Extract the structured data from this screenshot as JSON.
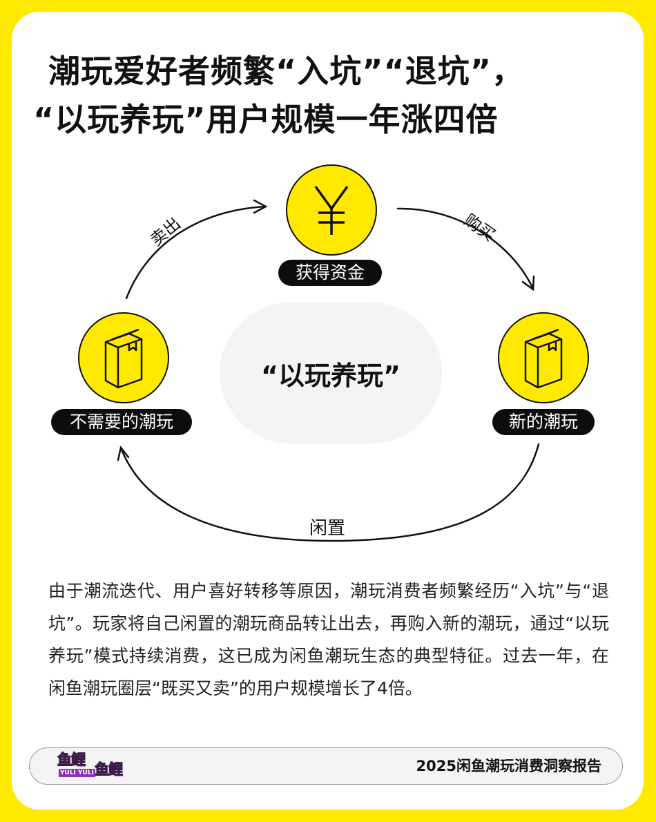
{
  "title": {
    "line1": "潮玩爱好者频繁“入坑”“退坑”，",
    "line2": "“以玩养玩”用户规模一年涨四倍"
  },
  "diagram": {
    "center_label": "“以玩养玩”",
    "nodes": [
      {
        "id": "money",
        "icon": "yuan-icon",
        "label": "获得资金"
      },
      {
        "id": "new",
        "icon": "box-icon",
        "label": "新的潮玩"
      },
      {
        "id": "unneeded",
        "icon": "box-icon",
        "label": "不需要的潮玩"
      }
    ],
    "arrows": [
      {
        "from": "unneeded",
        "to": "money",
        "label": "卖出"
      },
      {
        "from": "money",
        "to": "new",
        "label": "购买"
      },
      {
        "from": "new",
        "to": "unneeded",
        "label": "闲置"
      }
    ],
    "yuan_symbol": "¥"
  },
  "body": {
    "paragraph": "由于潮流迭代、用户喜好转移等原因，潮玩消费者频繁经历“入坑”与“退坑”。玩家将自己闲置的潮玩商品转让出去，再购入新的潮玩，通过“以玩养玩”模式持续消费，这已成为闲鱼潮玩生态的典型特征。过去一年，在闲鱼潮玩圈层“既买又卖”的用户规模增长了4倍。"
  },
  "footer": {
    "logo_cn": "鱼鲤",
    "logo_cn2": "鱼鲤",
    "logo_en": "YULI YULI",
    "report_name": "2025闲鱼潮玩消费洞察报告"
  },
  "colors": {
    "brand_yellow": "#FFE900",
    "pill_black": "#0d0d0d",
    "center_gray": "#f4f4f4",
    "logo_purple": "#8c2fbf"
  }
}
